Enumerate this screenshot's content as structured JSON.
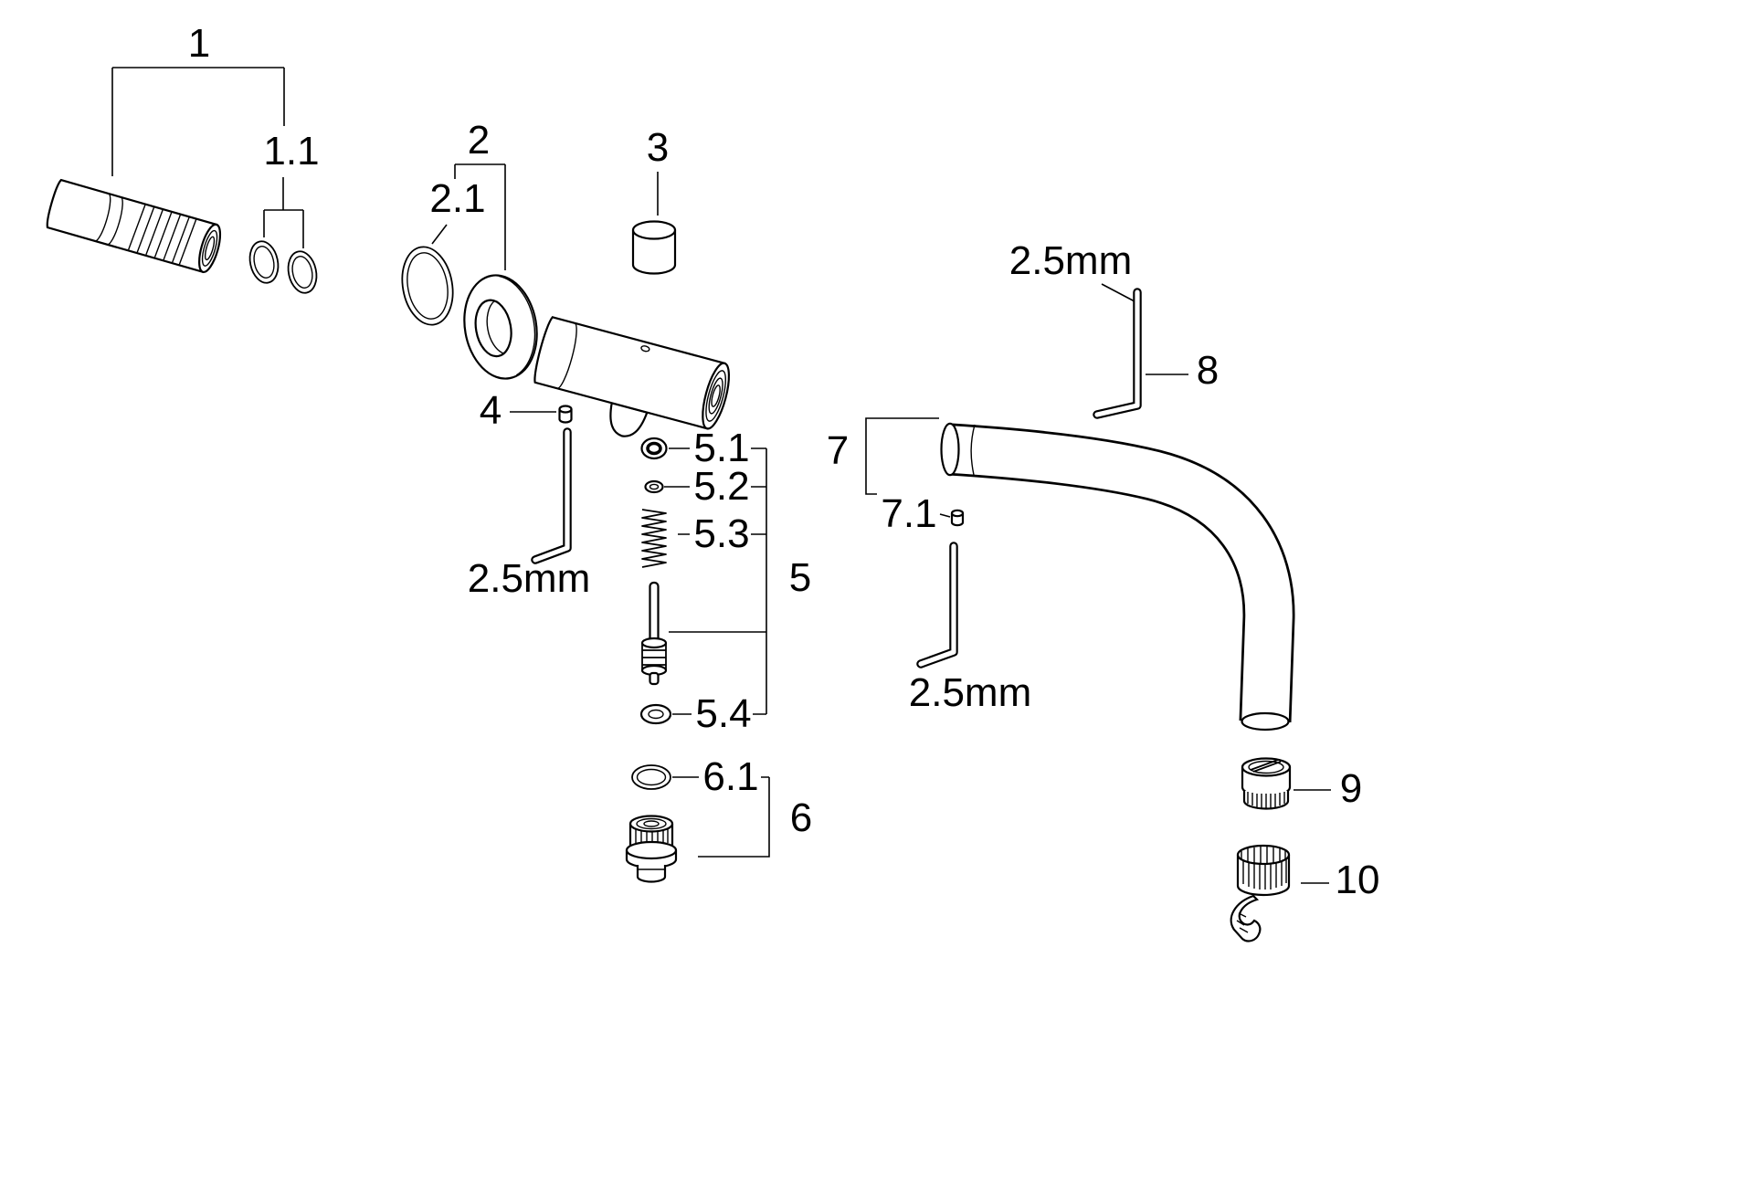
{
  "figure": {
    "type": "exploded-parts-diagram",
    "background": "#ffffff",
    "line_color": "#000000",
    "callouts": {
      "c1": "1",
      "c1_1": "1.1",
      "c2": "2",
      "c2_1": "2.1",
      "c3": "3",
      "c4": "4",
      "c5": "5",
      "c5_1": "5.1",
      "c5_2": "5.2",
      "c5_3": "5.3",
      "c5_4": "5.4",
      "c6": "6",
      "c6_1": "6.1",
      "c7": "7",
      "c7_1": "7.1",
      "c8": "8",
      "c9": "9",
      "c10": "10",
      "hex_key_left": "2.5mm",
      "hex_key_mid": "2.5mm",
      "hex_key_right": "2.5mm"
    }
  }
}
